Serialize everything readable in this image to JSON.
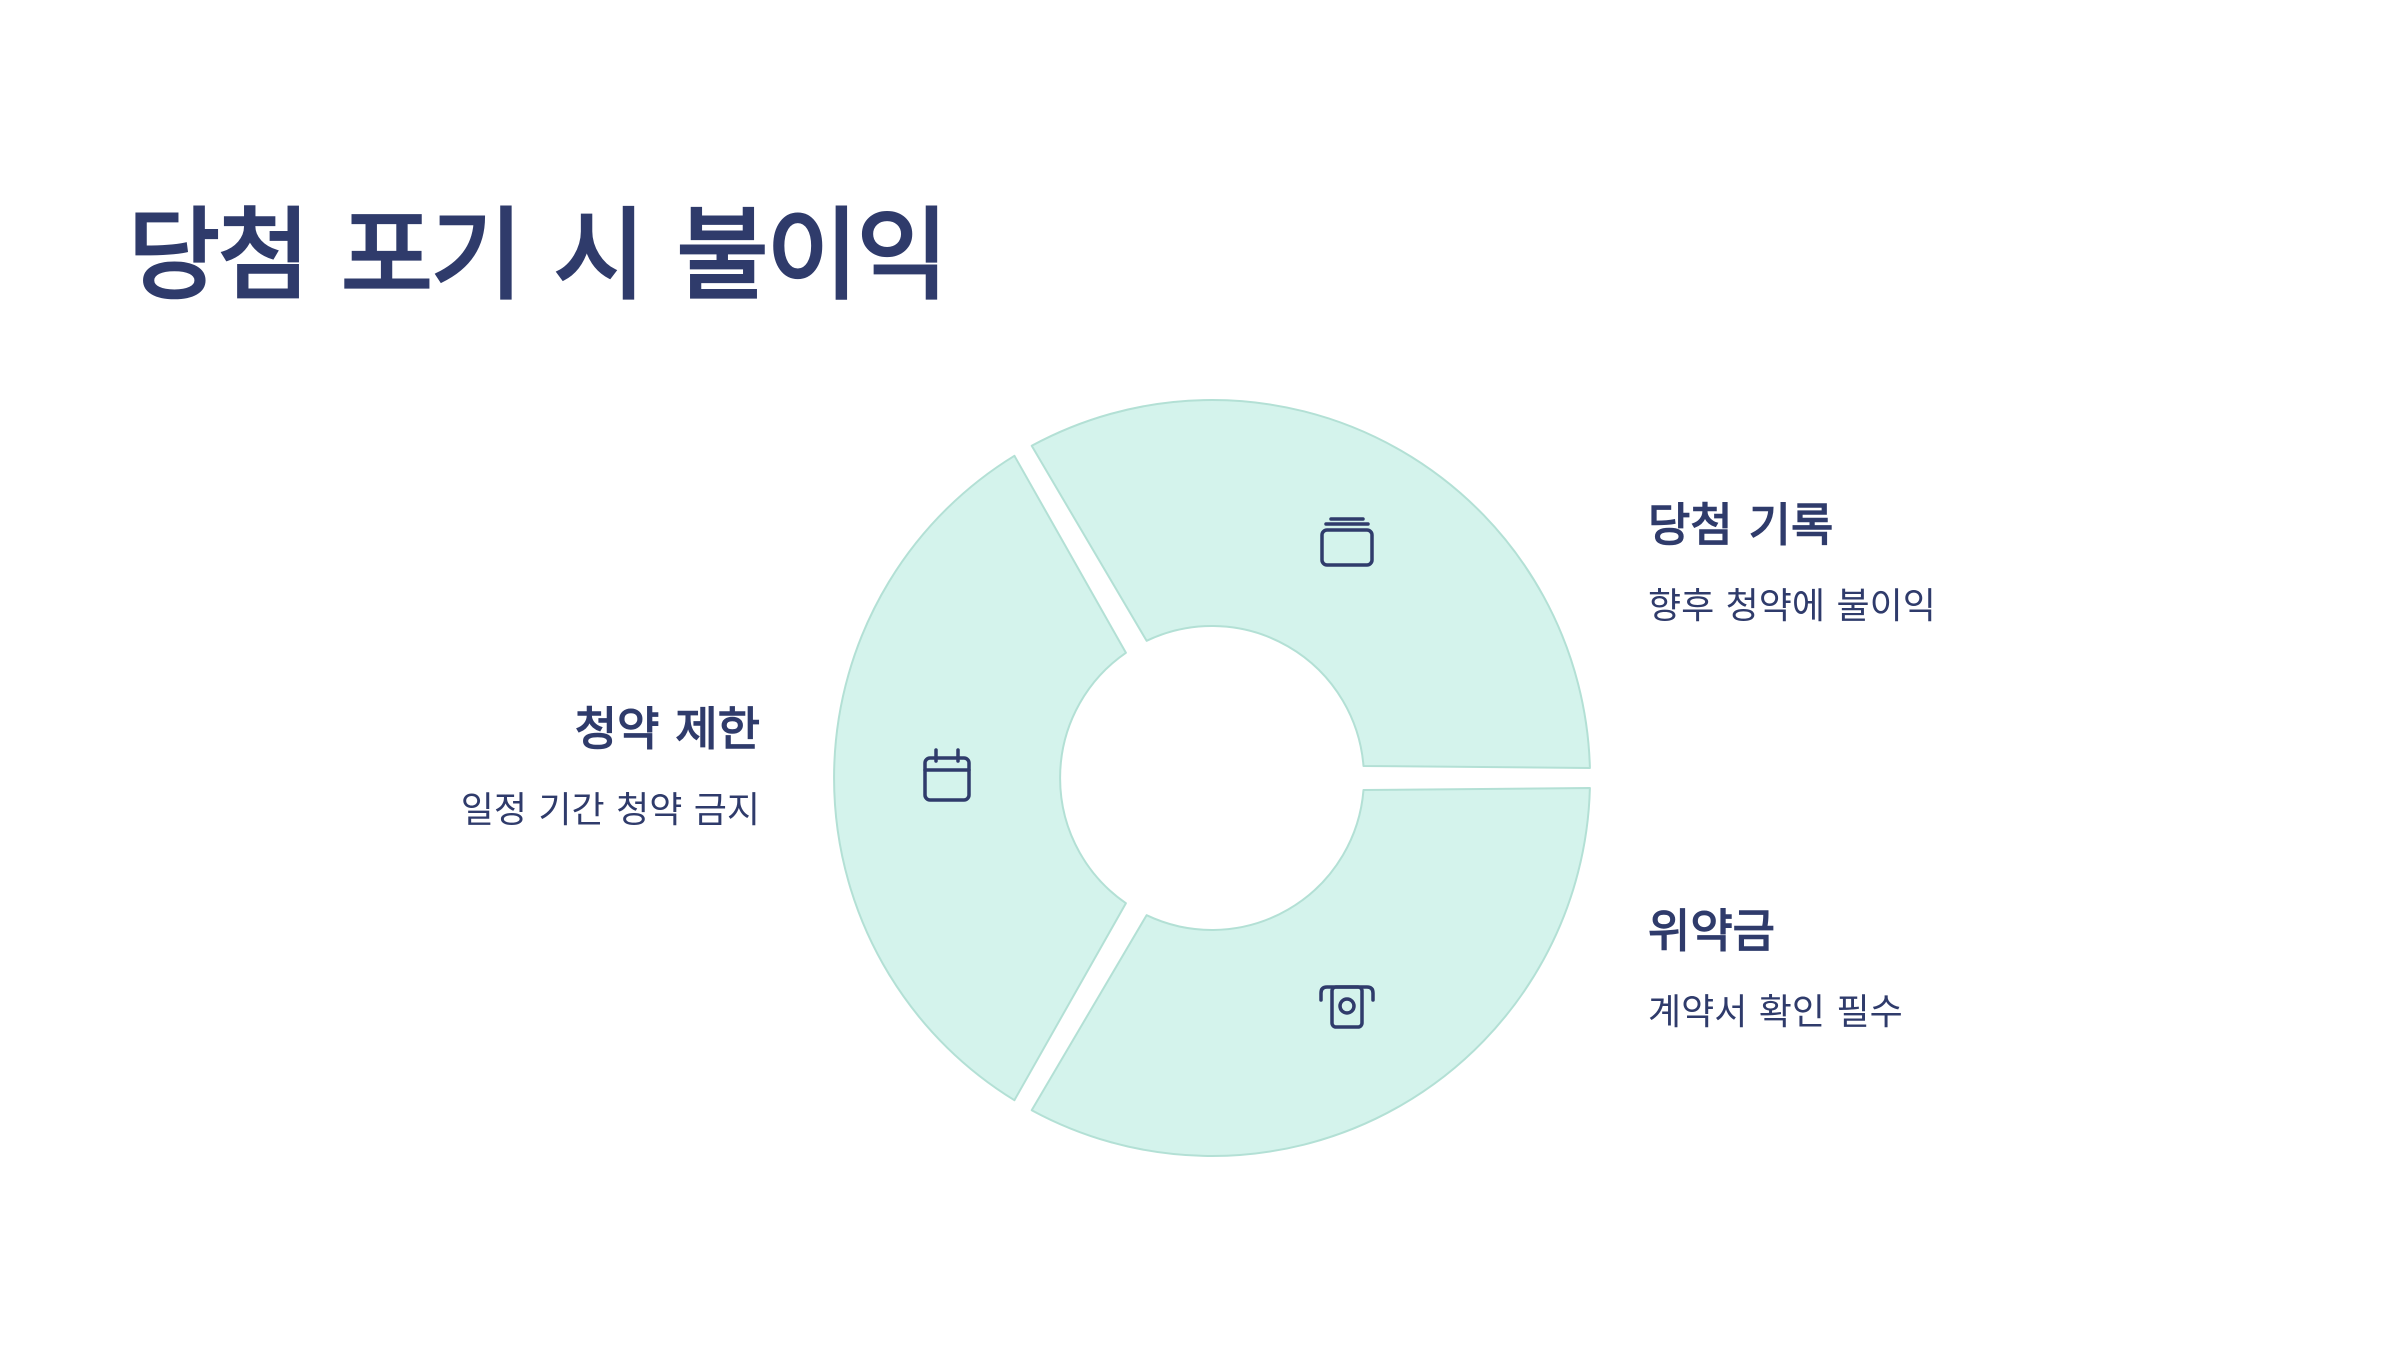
{
  "title": "당첨 포기 시 불이익",
  "colors": {
    "segment_fill": "#d4f3ec",
    "segment_stroke": "#b3e0d5",
    "text": "#2f3b6b",
    "icon": "#2f3b6b",
    "background": "#ffffff"
  },
  "segments": [
    {
      "id": "record",
      "heading": "당첨 기록",
      "description": "향후 청약에 불이익",
      "icon": "wallet-icon"
    },
    {
      "id": "penalty",
      "heading": "위약금",
      "description": "계약서 확인 필수",
      "icon": "banknote-icon"
    },
    {
      "id": "restriction",
      "heading": "청약 제한",
      "description": "일정 기간 청약 금지",
      "icon": "calendar-icon"
    }
  ]
}
